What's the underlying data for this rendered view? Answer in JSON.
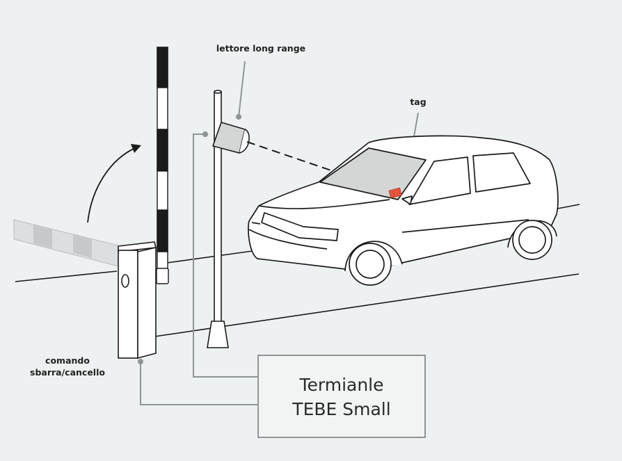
{
  "labels": {
    "reader": "lettore long range",
    "tag": "tag",
    "command_line1": "comando",
    "command_line2": "sbarra/cancello",
    "terminal_line1": "Termianle",
    "terminal_line2": "TEBE Small"
  },
  "colors": {
    "background": "#eef1f1",
    "line": "#1a1a1a",
    "connector": "#8f9494",
    "windshield": "#d4d6d6",
    "tag": "#e8543a",
    "box_border": "#8f9494"
  }
}
